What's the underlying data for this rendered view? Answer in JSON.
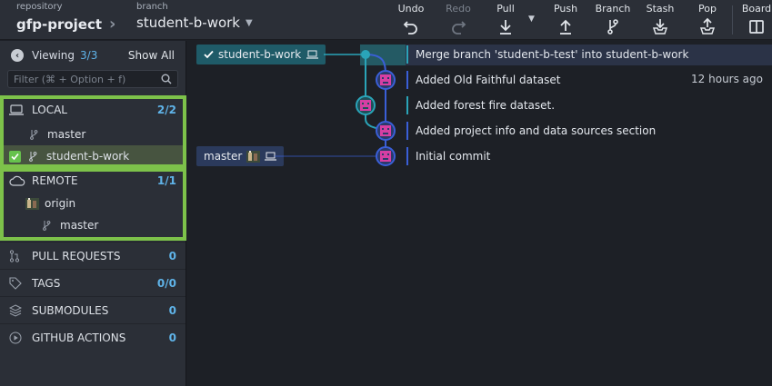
{
  "toolbar": {
    "repo_caption": "repository",
    "repo_name": "gfp-project",
    "branch_caption": "branch",
    "branch_name": "student-b-work",
    "buttons": {
      "undo": "Undo",
      "redo": "Redo",
      "pull": "Pull",
      "push": "Push",
      "branch": "Branch",
      "stash": "Stash",
      "pop": "Pop",
      "board": "Board"
    }
  },
  "sidebar": {
    "viewing_label": "Viewing",
    "viewing_count": "3/3",
    "show_all": "Show All",
    "filter_placeholder": "Filter (⌘ + Option + f)",
    "local": {
      "label": "LOCAL",
      "count": "2/2",
      "branches": [
        "master",
        "student-b-work"
      ]
    },
    "remote": {
      "label": "REMOTE",
      "count": "1/1",
      "origin": "origin",
      "branches": [
        "master"
      ]
    },
    "pull_requests": {
      "label": "PULL REQUESTS",
      "count": "0"
    },
    "tags": {
      "label": "TAGS",
      "count": "0/0"
    },
    "submodules": {
      "label": "SUBMODULES",
      "count": "0"
    },
    "github_actions": {
      "label": "GITHUB ACTIONS",
      "count": "0"
    }
  },
  "graph": {
    "labels": {
      "current": "student-b-work",
      "master": "master"
    },
    "commits": [
      {
        "message": "Merge branch 'student-b-test' into student-b-work"
      },
      {
        "message": "Added Old Faithful dataset",
        "time": "12 hours ago"
      },
      {
        "message": "Added forest fire dataset."
      },
      {
        "message": "Added project info and data sources section"
      },
      {
        "message": "Initial commit"
      }
    ]
  },
  "colors": {
    "accent_blue": "#5fb3e8",
    "teal": "#2aa4b8",
    "branch_blue": "#3a5fd8",
    "green_highlight": "#7dc24a",
    "avatar_pink": "#d63fa3"
  }
}
